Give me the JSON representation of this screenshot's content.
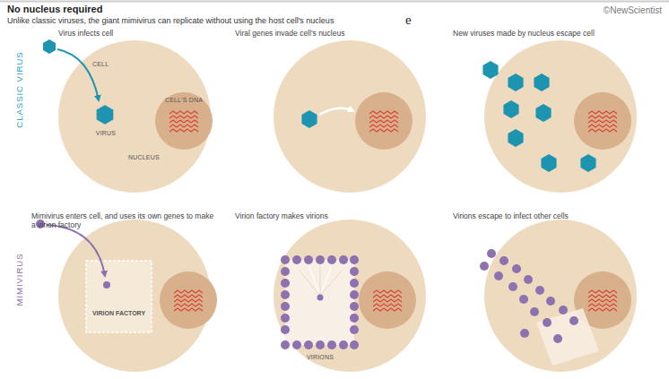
{
  "diagram": {
    "title": "No nucleus required",
    "caption": "Unlike classic viruses, the giant mimivirus can replicate without using the host cell's nucleus",
    "nodes": [
      {
        "text": [
          "Virus infects cell",
          "CELL"
        ]
      },
      {
        "text": [
          "CELL'S DNA",
          "NUCLEUS"
        ],
        "in": 0
      },
      {
        "text": [
          "Viral genes invade cell's nucleus"
        ]
      },
      {
        "text": [
          "New viruses made by nucleus escape cell"
        ]
      },
      {
        "text": [
          "Mimivirus enters cell, and uses its own genes to make a virion factory"
        ]
      },
      {
        "text": [
          "VIRION FACTORY"
        ],
        "in": 4
      },
      {
        "text": [
          "Virion factory makes virions"
        ]
      },
      {
        "text": [
          "Virions escape to infect other cells"
        ]
      }
    ],
    "labels": [
      "©NewScientist",
      "e",
      "CLASSIC VIRUS",
      "MIMIVIRUS",
      "VIRUS",
      "VIRIONS"
    ]
  }
}
